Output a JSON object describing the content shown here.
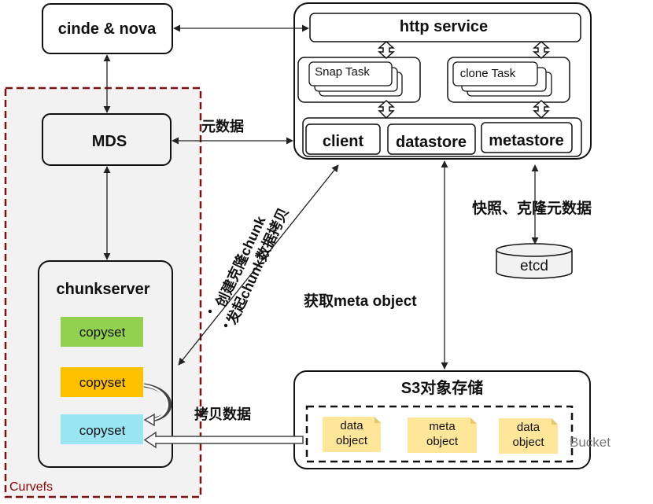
{
  "boxes": {
    "cinde_nova": "cinde & nova",
    "mds": "MDS",
    "chunkserver": "chunkserver",
    "copyset_1": "copyset",
    "copyset_2": "copyset",
    "copyset_3": "copyset",
    "curvefs": "Curvefs",
    "http_service": "http service",
    "snap_task": "Snap Task",
    "clone_task": "clone Task",
    "client": "client",
    "datastore": "datastore",
    "metastore": "metastore",
    "etcd": "etcd",
    "s3_storage": "S3对象存储",
    "data_object_1": "data object",
    "meta_object": "meta object",
    "data_object_2": "data object",
    "bucket": "Bucket"
  },
  "labels": {
    "metadata": "元数据",
    "snapshot_clone_metadata": "快照、克隆元数据",
    "get_meta_object": "获取meta object",
    "copy_data": "拷贝数据",
    "create_clone_chunk": "创建克隆chunk",
    "start_chunk_copy": "发起chunk数据拷贝"
  },
  "colors": {
    "copyset_green": "#92d050",
    "copyset_orange": "#ffc000",
    "copyset_cyan": "#99e6f2",
    "curvefs_border": "#7f1111",
    "curvefs_bg": "#f2f2f2",
    "object_note": "#ffe699"
  }
}
